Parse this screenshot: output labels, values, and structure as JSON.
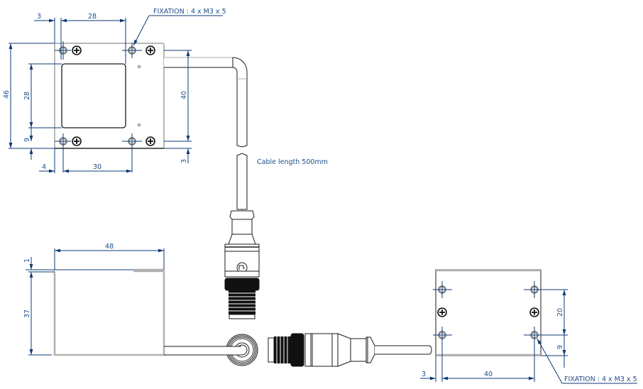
{
  "drawing": {
    "title": "Sensor dimensional drawing",
    "units": "mm",
    "colors": {
      "dimension": "#0b3a75",
      "dimension_text": "#1f4e8c",
      "outline": "#1a1a1a",
      "outline_grey": "#a8a8a8"
    },
    "top_view": {
      "dims": {
        "left_offset": "3",
        "hole_spacing_top": "28",
        "overall_height": "46",
        "window_height": "28",
        "bottom_hole_offset": "9",
        "hole_spacing_vertical": "40",
        "bottom_right_offset": "3",
        "left_hole_offset": "4",
        "hole_spacing_bottom": "30"
      },
      "fixation_note": "FIXATION : 4 x M3 x 5"
    },
    "cable": {
      "note": "Cable length 500mm"
    },
    "side_view": {
      "dims": {
        "width": "48",
        "lip": "1",
        "height": "37"
      }
    },
    "end_view": {
      "dims": {
        "hole_spacing_vertical": "20",
        "bottom_offset": "9",
        "left_offset": "3",
        "hole_spacing_horizontal": "40"
      },
      "fixation_note": "FIXATION : 4 x M3 x 5"
    },
    "connector": {
      "logo_icon": "manufacturer-logo-icon"
    }
  }
}
